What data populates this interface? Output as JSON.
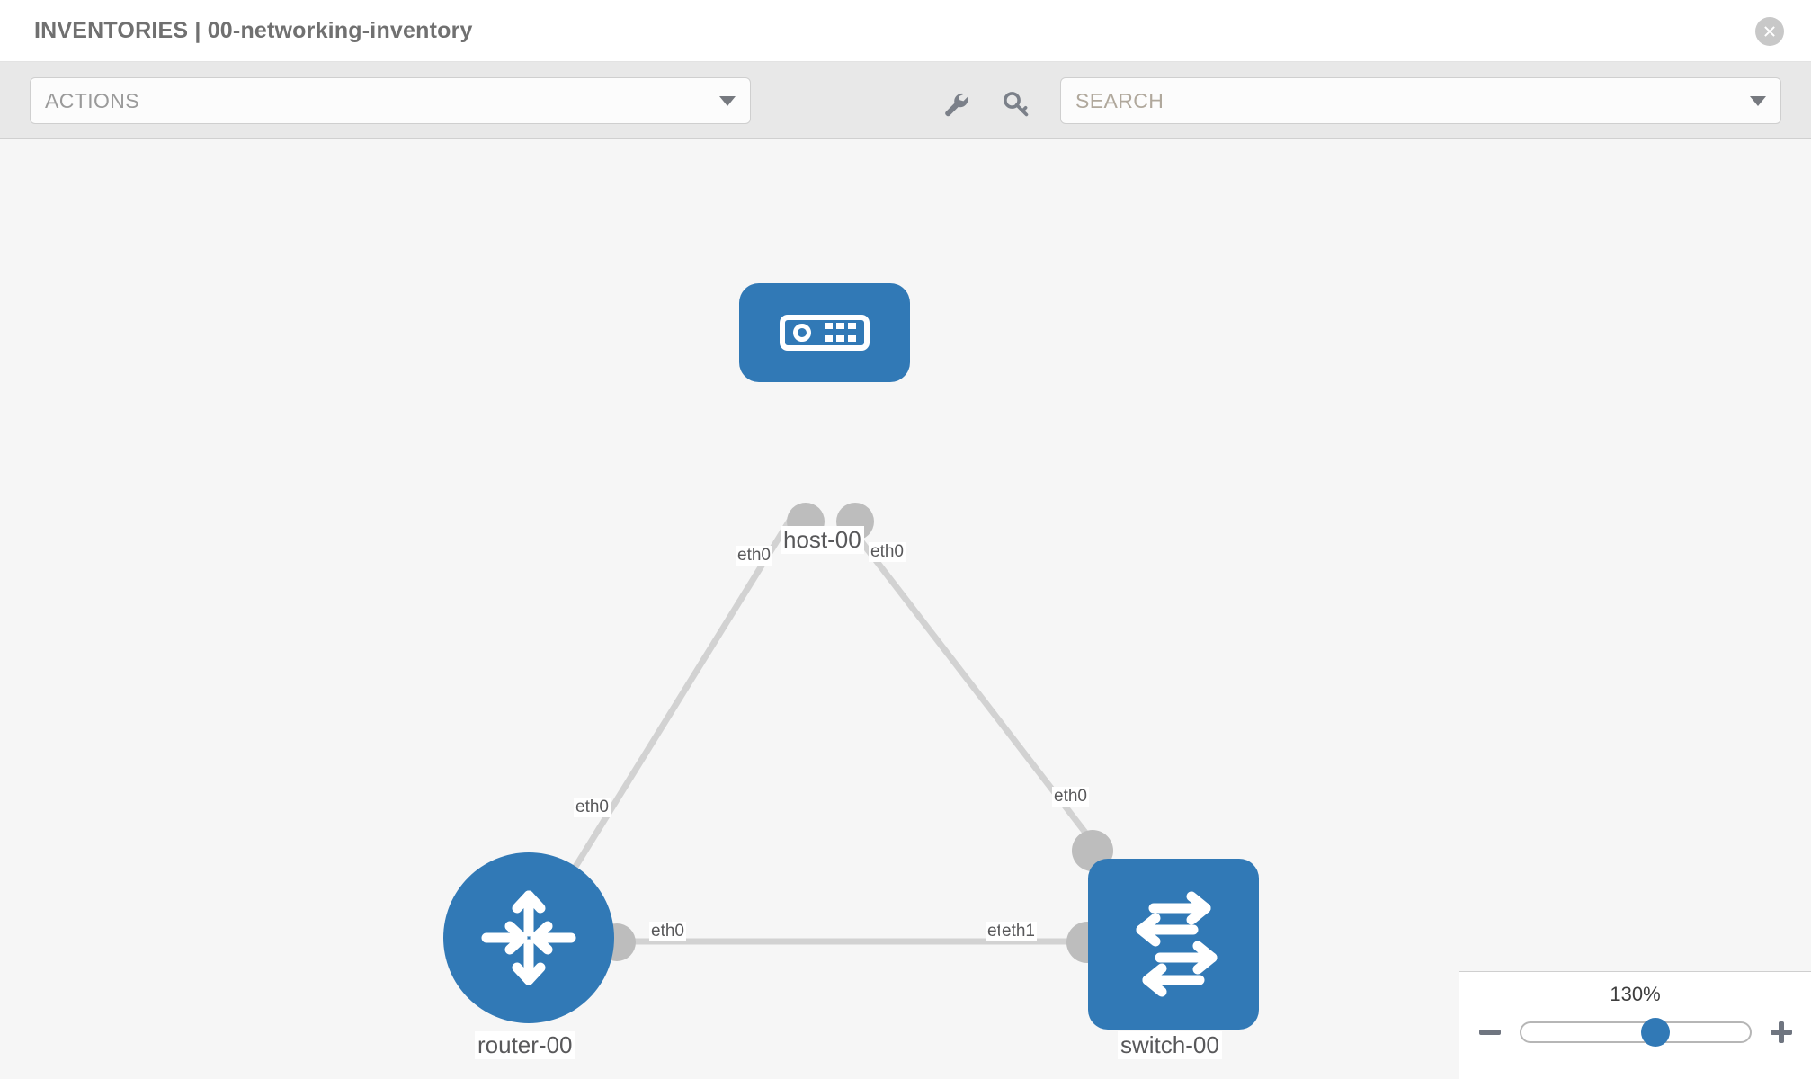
{
  "header": {
    "title": "INVENTORIES | 00-networking-inventory",
    "close_icon": "close-circle-icon"
  },
  "toolbar": {
    "actions_label": "ACTIONS",
    "actions_caret_icon": "chevron-down-icon",
    "wrench_icon": "wrench-icon",
    "key_icon": "key-icon",
    "search_value": "",
    "search_placeholder": "SEARCH",
    "search_caret_icon": "chevron-down-icon"
  },
  "topology": {
    "accent_color": "#3179b6",
    "link_color": "#d2d2d2",
    "connector_color": "#bdbdbd",
    "canvas_background": "#f6f6f6",
    "nodes": [
      {
        "id": "host-00",
        "label": "host-00",
        "icon": "server-icon",
        "shape": "rounded-square"
      },
      {
        "id": "router-00",
        "label": "router-00",
        "icon": "router-arrows-icon",
        "shape": "circle"
      },
      {
        "id": "switch-00",
        "label": "switch-00",
        "icon": "switch-arrows-icon",
        "shape": "rounded-square"
      }
    ],
    "links": [
      {
        "from": "host-00",
        "from_interface": "eth0",
        "to": "router-00",
        "to_interface": "eth0"
      },
      {
        "from": "host-00",
        "from_interface": "eth0",
        "to": "switch-00",
        "to_interface": "eth0"
      },
      {
        "from": "router-00",
        "from_interface": "eth0",
        "to": "switch-00",
        "to_interface": "eth1"
      }
    ],
    "edge_labels": {
      "host_left": "eth0",
      "host_right": "eth0",
      "router_up": "eth0",
      "switch_up": "eth0",
      "router_right": "eth0",
      "switch_left_a": "eth",
      "switch_left_b": "eth1"
    }
  },
  "zoom": {
    "value_label": "130%",
    "minus_icon": "minus-icon",
    "plus_icon": "plus-icon",
    "thumb_position_pct": 59
  }
}
